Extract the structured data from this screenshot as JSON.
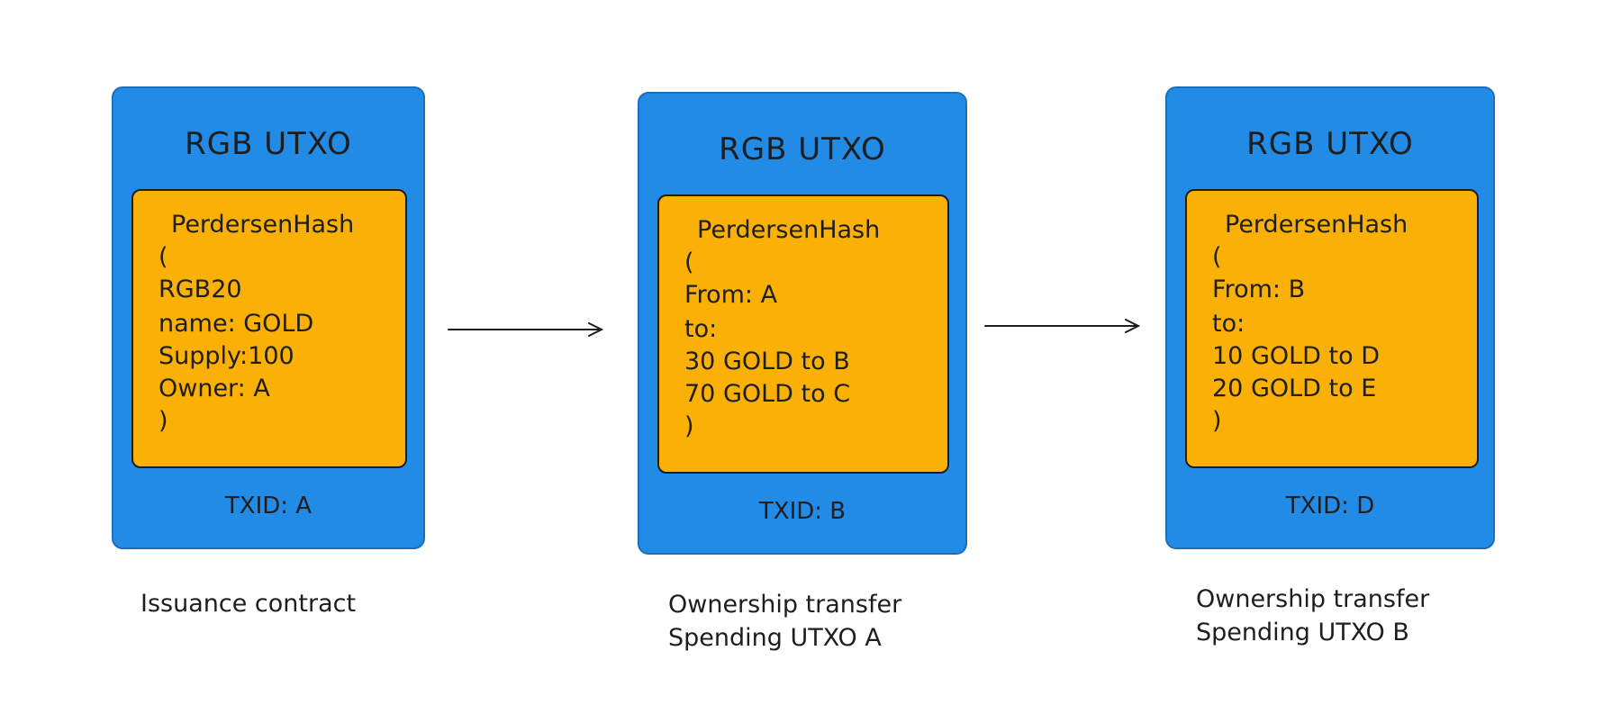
{
  "colors": {
    "utxo_fill": "#228be6",
    "content_fill": "#fab005",
    "stroke": "#1e1e1e"
  },
  "cards": [
    {
      "title": "RGB UTXO",
      "content": [
        "PerdersenHash",
        "(",
        "RGB20",
        "name: GOLD",
        "Supply:100",
        "Owner: A",
        ")"
      ],
      "txid": "TXID: A",
      "caption": [
        "Issuance contract"
      ]
    },
    {
      "title": "RGB UTXO",
      "content": [
        "PerdersenHash",
        "(",
        "From: A",
        "to:",
        "30 GOLD to B",
        "70 GOLD to C",
        ")"
      ],
      "txid": "TXID: B",
      "caption": [
        "Ownership transfer",
        "Spending UTXO A"
      ]
    },
    {
      "title": "RGB UTXO",
      "content": [
        "PerdersenHash",
        "(",
        "From: B",
        "to:",
        "10 GOLD to D",
        "20 GOLD to E",
        ")"
      ],
      "txid": "TXID: D",
      "caption": [
        "Ownership transfer",
        "Spending UTXO B"
      ]
    }
  ]
}
